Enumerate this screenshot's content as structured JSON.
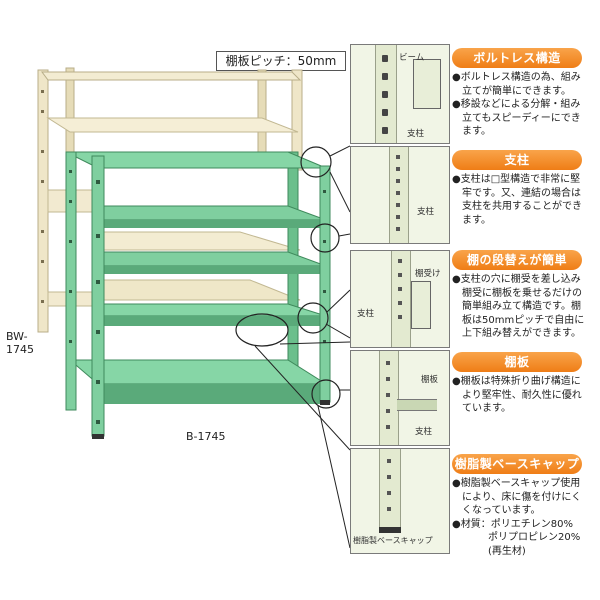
{
  "pitch_label": "棚板ピッチ：50mm",
  "models": {
    "back": "BW-\n1745",
    "front": "B-1745"
  },
  "colors": {
    "green": "#7fcf9f",
    "green_dark": "#5aaa7a",
    "ivory": "#efe6c8",
    "ivory_dark": "#d9cfa8",
    "accent": "#f08a22"
  },
  "sections": [
    {
      "title": "ボルトレス構造",
      "lines": [
        "●ボルトレス構造の為、組み立てが簡単にできます。",
        "●移設などによる分解・組み立てもスピーディーにできます。"
      ],
      "labels": [
        "ビーム",
        "支柱"
      ]
    },
    {
      "title": "支柱",
      "lines": [
        "●支柱は□型構造で非常に堅牢です。又、連結の場合は支柱を共用することができます。"
      ],
      "labels": [
        "支柱"
      ]
    },
    {
      "title": "棚の段替えが簡単",
      "lines": [
        "●支柱の穴に棚受を差し込み棚受に棚板を乗せるだけの簡単組み立て構造です。棚板は50mmピッチで自由に上下組み替えができます。"
      ],
      "labels": [
        "棚受け",
        "支柱"
      ]
    },
    {
      "title": "棚板",
      "lines": [
        "●棚板は特殊折り曲げ構造により堅牢性、耐久性に優れています。"
      ],
      "labels": [
        "棚板",
        "支柱"
      ]
    },
    {
      "title": "樹脂製ベースキャップ",
      "lines": [
        "●樹脂製ベースキャップ使用により、床に傷を付けにくくなっています。",
        "●材質：ポリエチレン80%",
        "ポリプロピレン20%",
        "(再生材)"
      ],
      "labels": [
        "樹脂製ベースキャップ"
      ]
    }
  ]
}
